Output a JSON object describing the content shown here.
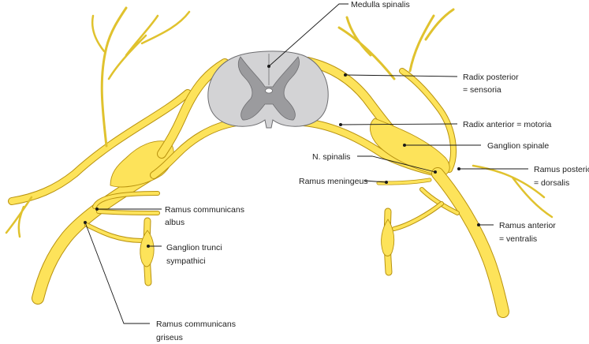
{
  "colors": {
    "nerve_fill": "#fde35a",
    "nerve_outline": "#b8920e",
    "white_matter": "#d3d3d5",
    "grey_matter": "#9b9b9e",
    "outline": "#6d6d70",
    "leader_line": "#1a1a1a"
  },
  "labels": {
    "medulla_spinalis": "Medulla spinalis",
    "radix_posterior_1": "Radix posterior",
    "radix_posterior_2": "= sensoria",
    "radix_anterior": "Radix anterior = motoria",
    "ganglion_spinale": "Ganglion spinale",
    "n_spinalis": "N. spinalis",
    "ramus_posterior_1": "Ramus posterior",
    "ramus_posterior_2": "= dorsalis",
    "ramus_meningeus": "Ramus meningeus",
    "ramus_anterior_1": "Ramus anterior",
    "ramus_anterior_2": "= ventralis",
    "ramus_albus_1": "Ramus communicans",
    "ramus_albus_2": "albus",
    "ganglion_trunci_1": "Ganglion trunci",
    "ganglion_trunci_2": "sympathici",
    "ramus_griseus_1": "Ramus communicans",
    "ramus_griseus_2": "griseus"
  }
}
